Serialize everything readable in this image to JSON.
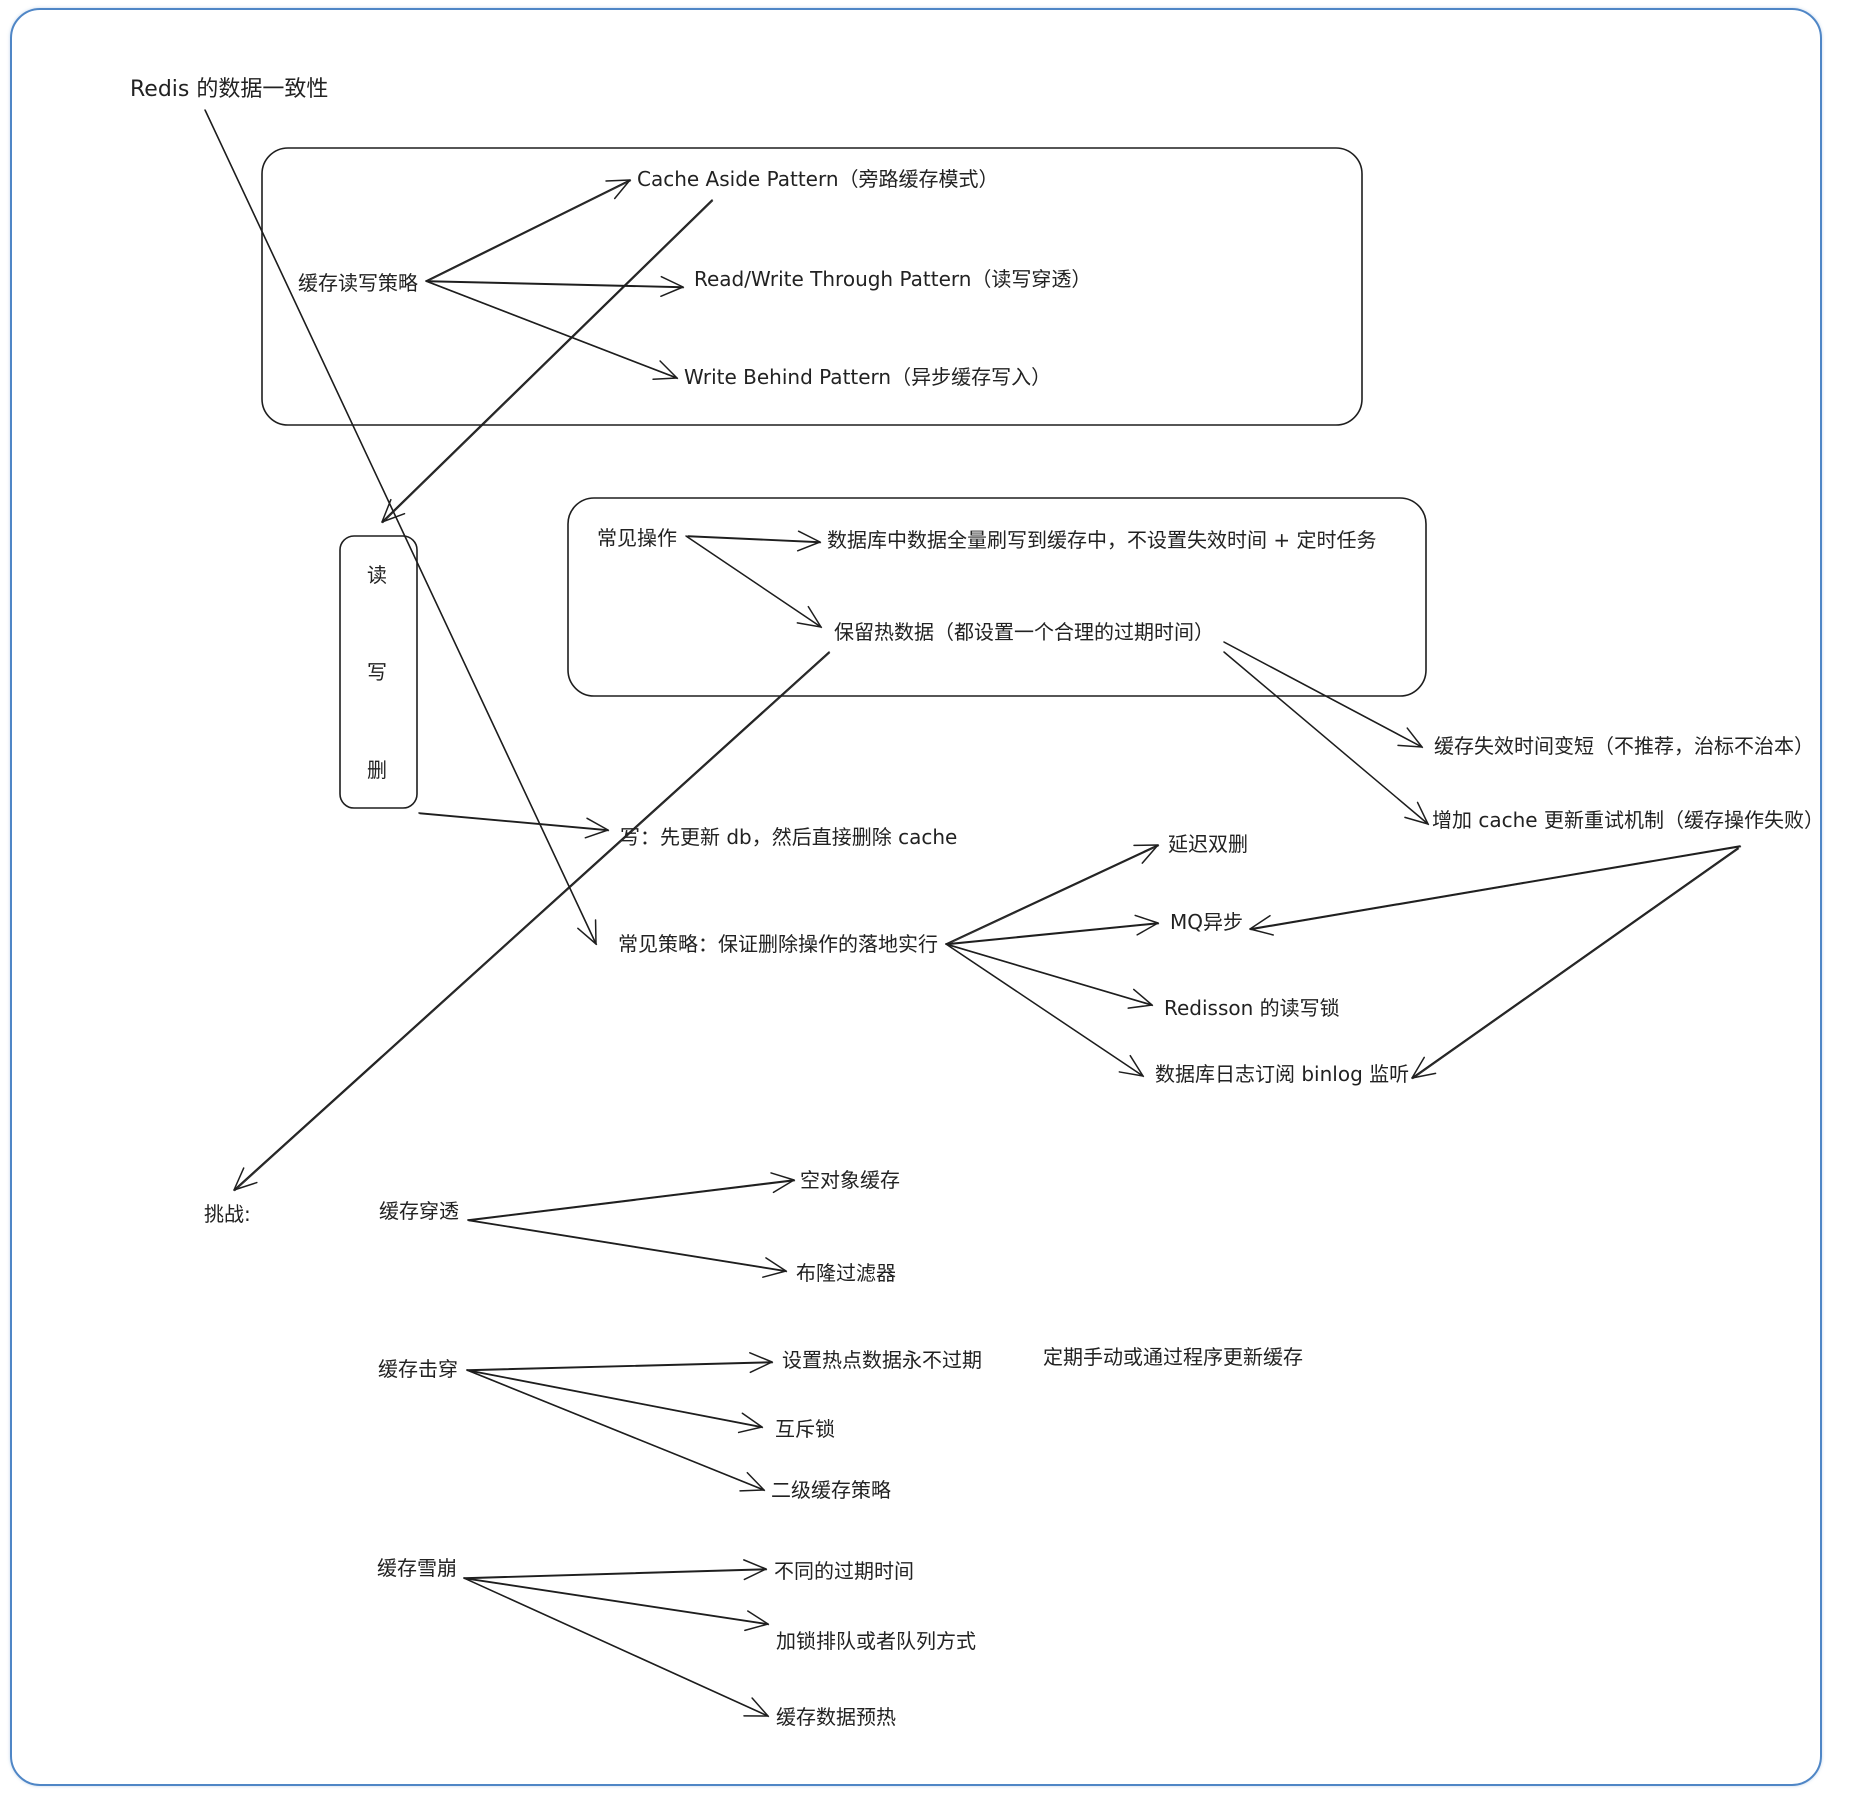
{
  "title": "Redis 的数据一致性",
  "strategy": {
    "group_label": "缓存读写策略",
    "cache_aside": "Cache Aside Pattern（旁路缓存模式）",
    "read_write_through": "Read/Write Through Pattern（读写穿透）",
    "write_behind": "Write Behind Pattern（异步缓存写入）"
  },
  "rwd": {
    "read": "读",
    "write": "写",
    "delete": "删"
  },
  "common_ops": {
    "label": "常见操作",
    "full_refresh": "数据库中数据全量刷写到缓存中，不设置失效时间 + 定时任务",
    "hot_data": "保留热数据（都设置一个合理的过期时间）"
  },
  "hot_data_options": {
    "short_expire": "缓存失效时间变短（不推荐，治标不治本）",
    "retry": "增加 cache 更新重试机制（缓存操作失败）"
  },
  "write_rule": "写：先更新 db，然后直接删除 cache",
  "delete_strategy": {
    "label": "常见策略：保证删除操作的落地实行",
    "delay_double_delete": "延迟双删",
    "mq_async": "MQ异步",
    "redisson_lock": "Redisson 的读写锁",
    "binlog": "数据库日志订阅 binlog 监听"
  },
  "challenges": {
    "label": "挑战:",
    "penetration": {
      "label": "缓存穿透",
      "null_object": "空对象缓存",
      "bloom_filter": "布隆过滤器"
    },
    "breakdown": {
      "label": "缓存击穿",
      "never_expire": "设置热点数据永不过期",
      "never_expire_note": "定期手动或通过程序更新缓存",
      "mutex": "互斥锁",
      "two_level": "二级缓存策略"
    },
    "avalanche": {
      "label": "缓存雪崩",
      "diff_expire": "不同的过期时间",
      "lock_queue": "加锁排队或者队列方式",
      "preheat": "缓存数据预热"
    }
  },
  "colors": {
    "frame": "#4f86c6",
    "stroke": "#1e1e1e",
    "text": "#222222"
  }
}
